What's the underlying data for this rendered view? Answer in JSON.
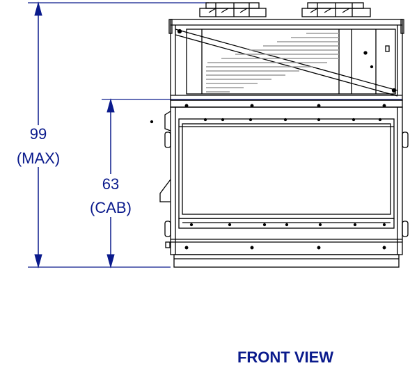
{
  "dimensions": {
    "overall": {
      "value": "99",
      "qualifier": "(MAX)"
    },
    "cabinet": {
      "value": "63",
      "qualifier": "(CAB)"
    }
  },
  "view_title": "FRONT VIEW",
  "colors": {
    "dimension": "#0a1a8c",
    "drawing": "#000000",
    "hatch": "#9a9a9a",
    "background": "#ffffff"
  }
}
